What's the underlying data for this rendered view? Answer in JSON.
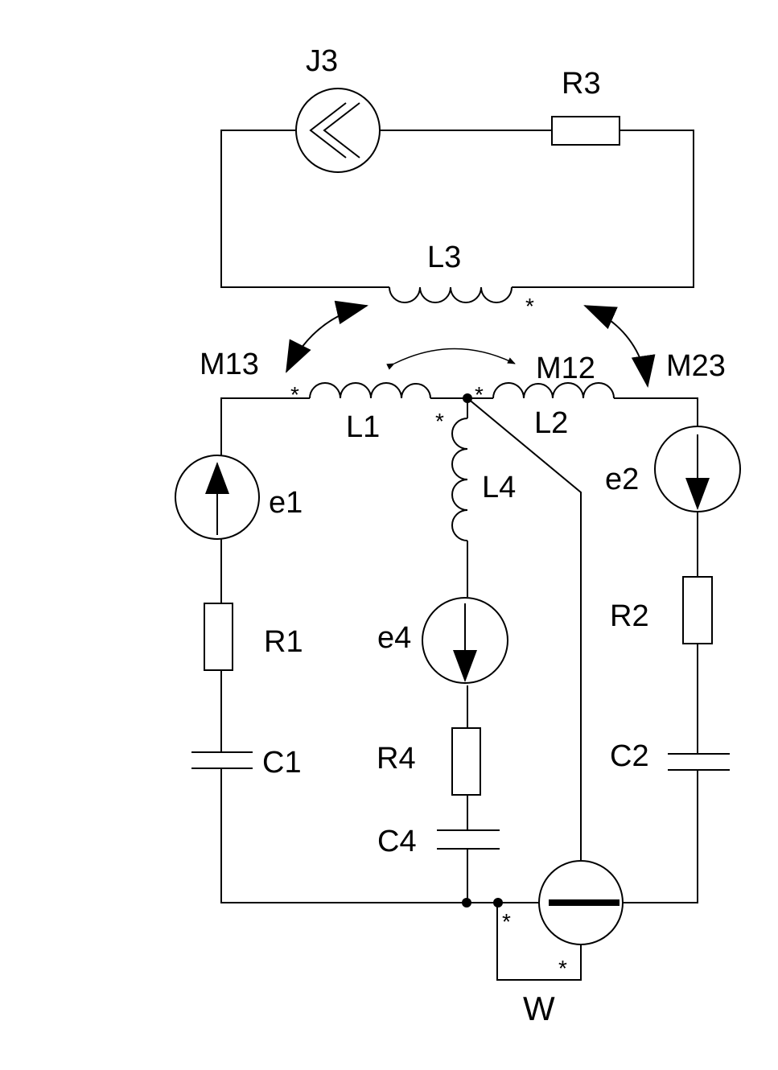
{
  "labels": {
    "J3": "J3",
    "R3": "R3",
    "L3": "L3",
    "M13": "M13",
    "M12": "M12",
    "M23": "M23",
    "L1": "L1",
    "L2": "L2",
    "L4": "L4",
    "e1": "e1",
    "e2": "e2",
    "e4": "e4",
    "R1": "R1",
    "R2": "R2",
    "R4": "R4",
    "C1": "C1",
    "C2": "C2",
    "C4": "C4",
    "W": "W"
  },
  "polarity_mark": "*"
}
